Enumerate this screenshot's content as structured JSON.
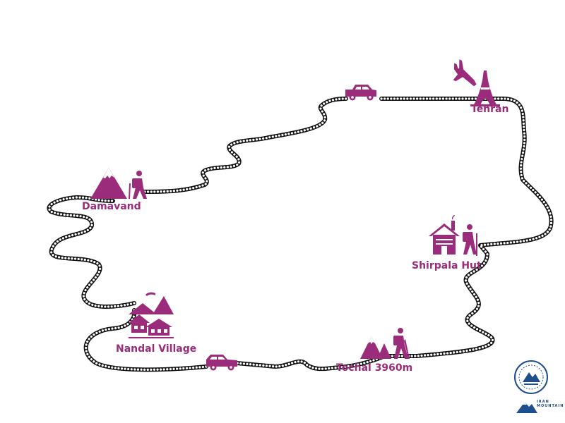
{
  "colors": {
    "accent": "#9b2c7b",
    "route": "#111111",
    "logo": "#1f4e8c"
  },
  "places": [
    {
      "id": "tehran",
      "label": "Tehran",
      "icon": "airplane-and-tower-icon"
    },
    {
      "id": "shirpala",
      "label": "Shirpala Hut",
      "icon": "hut-and-hiker-icon"
    },
    {
      "id": "tochal",
      "label": "Tochal 3960m",
      "icon": "peaks-and-hiker-icon"
    },
    {
      "id": "nandal",
      "label": "Nandal Village",
      "icon": "village-houses-icon"
    },
    {
      "id": "damavand",
      "label": "Damavand",
      "icon": "mountain-and-hiker-icon"
    }
  ],
  "vehicles": [
    "car-icon",
    "car-icon"
  ],
  "logo": {
    "icon": "iran-mountain-logo-icon",
    "text": "IRAN MOUNTAIN"
  }
}
